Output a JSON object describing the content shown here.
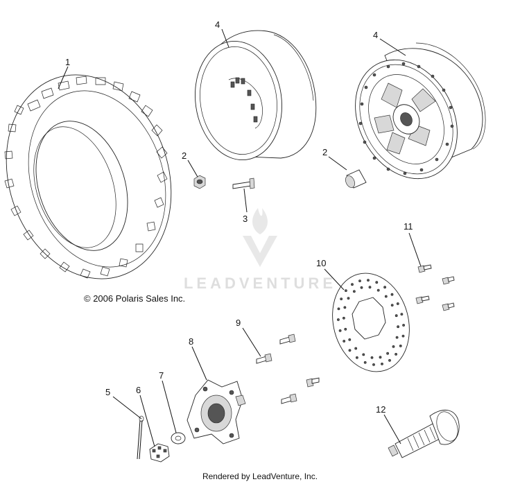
{
  "diagram": {
    "callouts": {
      "tire": "1",
      "nut_left": "2",
      "nut_right": "2",
      "stud": "3",
      "wheel_left": "4",
      "wheel_right": "4",
      "cotter_pin": "5",
      "castle_nut": "6",
      "washer": "7",
      "hub": "8",
      "hub_bolt": "9",
      "brake_disc": "10",
      "disc_bolt": "11",
      "axle": "12"
    },
    "copyright": "© 2006 Polaris Sales Inc.",
    "watermark": "LEADVENTURE",
    "footer": "Rendered by LeadVenture, Inc."
  }
}
